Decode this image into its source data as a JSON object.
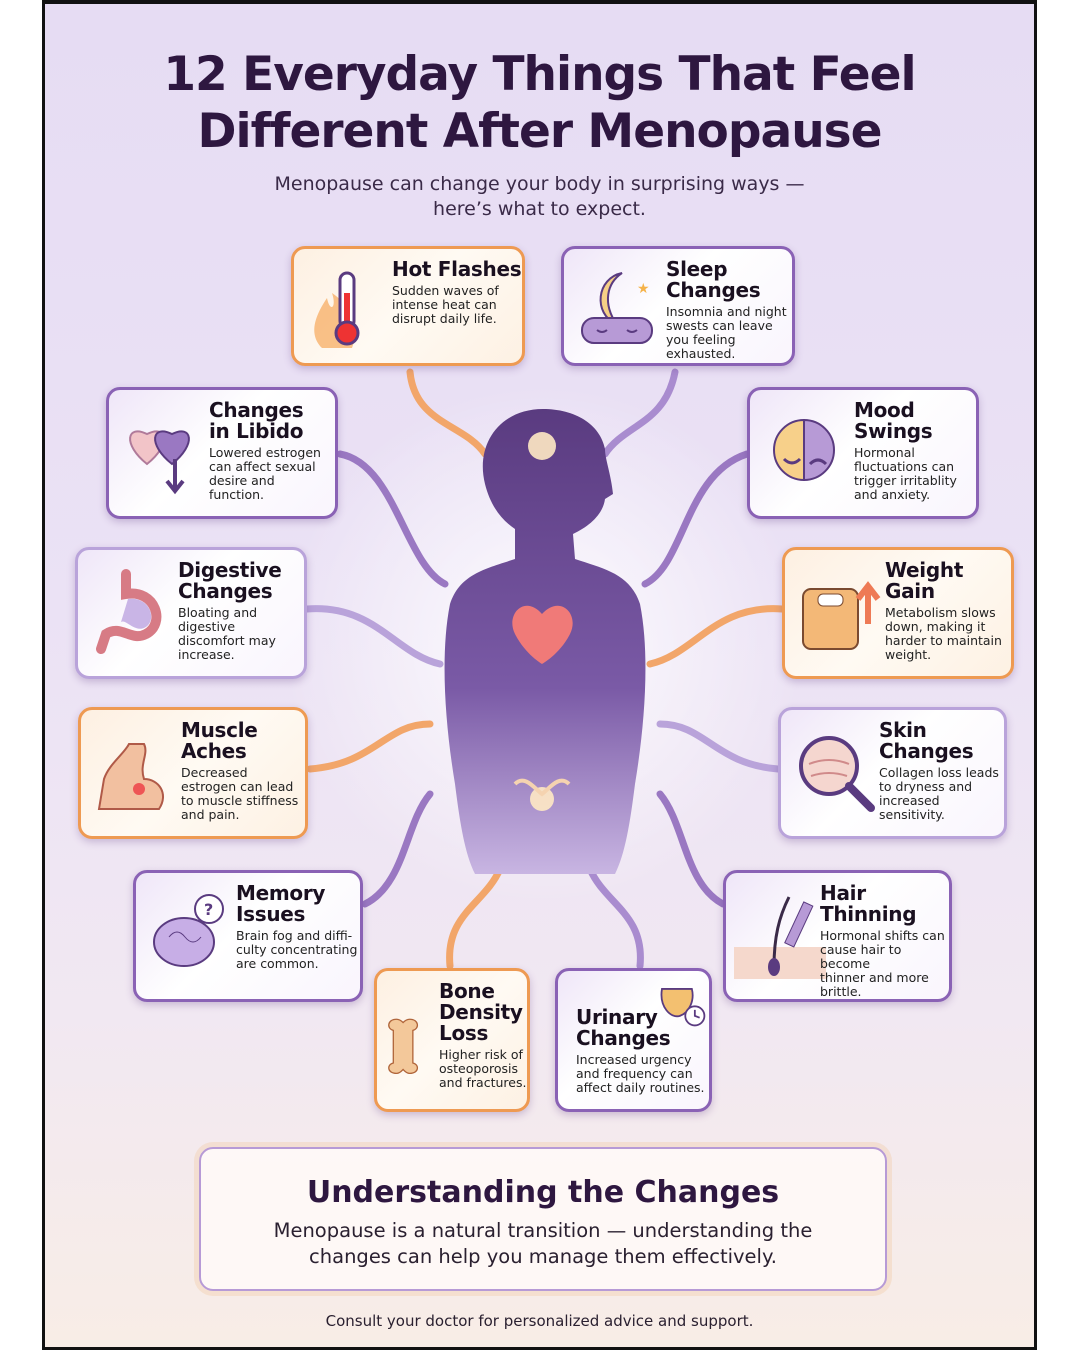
{
  "title": "12 Everyday Things That Feel\nDifferent After Menopause",
  "subtitle": "Menopause can change your body in surprising ways —\nhere’s what to expect.",
  "cards": [
    {
      "title": "Hot Flashes",
      "text": "Sudden waves of\nintense heat can\ndisrupt daily life.",
      "icon": "thermometer-flame-icon"
    },
    {
      "title": "Sleep\nChanges",
      "text": "Insomnia and night\nswests can leave\nyou feeling\nexhausted.",
      "icon": "moon-sleep-mask-icon"
    },
    {
      "title": "Changes\nin Libido",
      "text": "Lowered estrogen\ncan affect sexual\ndesire and\nfunction.",
      "icon": "hearts-down-arrow-icon"
    },
    {
      "title": "Mood\nSwings",
      "text": "Hormonal\nfluctuations can\ntrigger irritablity\nand anxiety.",
      "icon": "happy-sad-face-icon"
    },
    {
      "title": "Digestive\nChanges",
      "text": "Bloating and\ndigestive\ndiscomfort may\nincrease.",
      "icon": "stomach-icon"
    },
    {
      "title": "Weight\nGain",
      "text": "Metabolism slows\ndown, making it\nharder to maintain\nweight.",
      "icon": "scale-up-arrow-icon"
    },
    {
      "title": "Muscle\nAches",
      "text": "Decreased\nestrogen can lead\nto muscle stiffness\nand pain.",
      "icon": "flexed-arm-icon"
    },
    {
      "title": "Skin\nChanges",
      "text": "Collagen loss leads\nto dryness and\nincreased\nsensitivity.",
      "icon": "magnifier-skin-icon"
    },
    {
      "title": "Memory\nIssues",
      "text": "Brain fog and diffi-\nculty concentrating\nare common.",
      "icon": "brain-question-icon"
    },
    {
      "title": "Hair\nThinning",
      "text": "Hormonal shifts can\ncause hair to become\nthinner and more\nbrittle.",
      "icon": "hair-comb-icon"
    },
    {
      "title": "Bone\nDensity\nLoss",
      "text": "Higher risk of\nosteoporosis\nand fractures.",
      "icon": "bone-icon"
    },
    {
      "title": "Urinary\nChanges",
      "text": "Increased urgency\nand frequency can\naffect daily routines.",
      "icon": "bladder-clock-icon"
    }
  ],
  "bottom": {
    "title": "Understanding the Changes",
    "text": "Menopause is a natural transition — understanding the\nchanges can help you manage them effectively."
  },
  "footer": "Consult your doctor for personalized advice and support.",
  "colors": {
    "purple": "#8a62b5",
    "orange": "#ee9a52",
    "lavender": "#b9a3da",
    "title": "#2e1740"
  }
}
